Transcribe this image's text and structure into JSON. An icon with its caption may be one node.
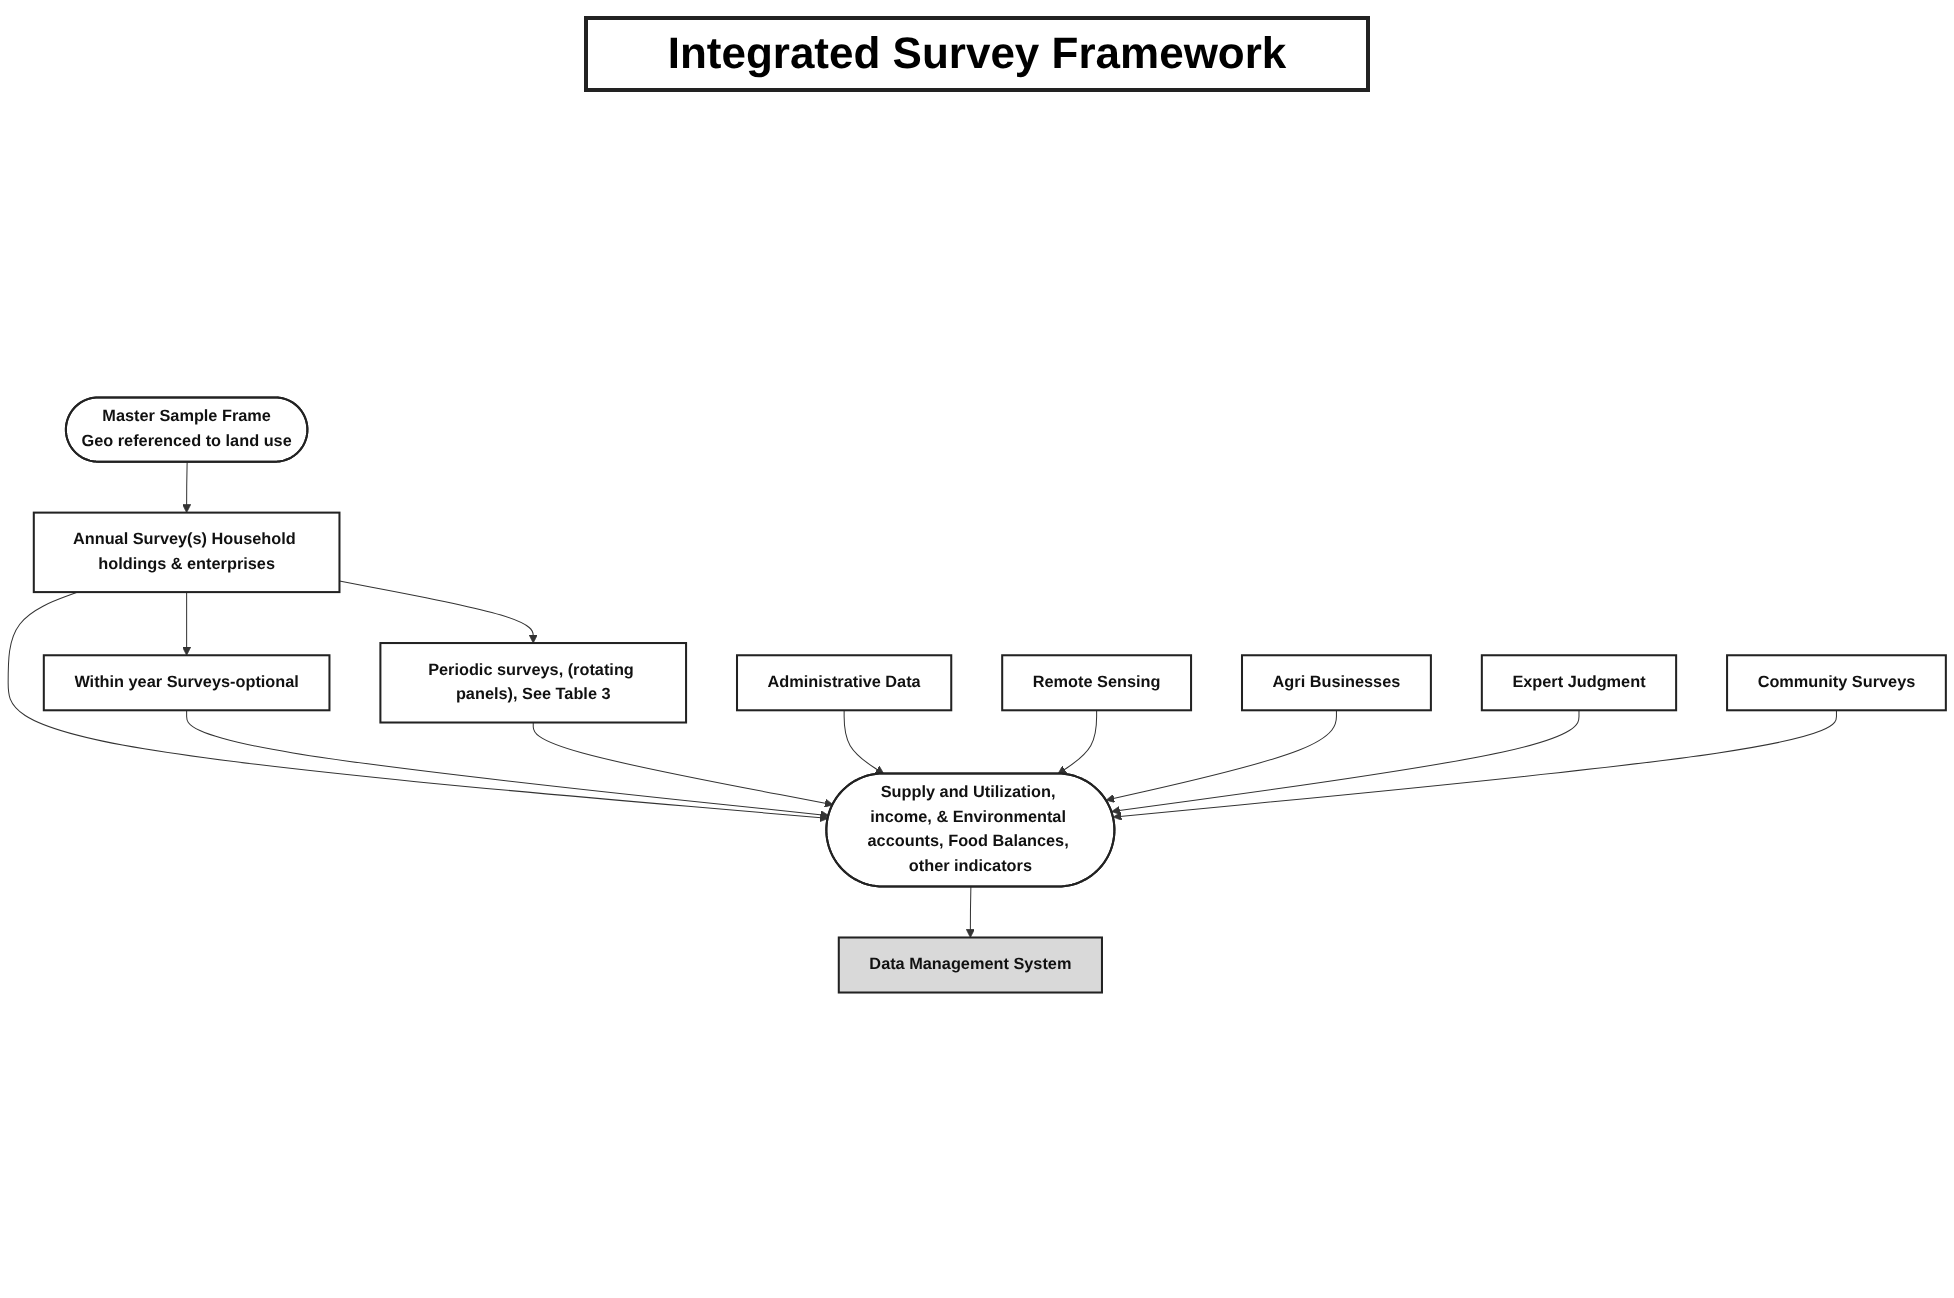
{
  "diagram": {
    "title": "Integrated Survey Framework",
    "nodes": [
      {
        "text": [
          "Master Sample Frame",
          "Geo referenced to land use"
        ]
      },
      {
        "text": [
          "Annual Survey(s) Household holdings & enterprises"
        ]
      },
      {
        "text": [
          "Periodic surveys, (rotating panels), See Table 3"
        ]
      },
      {
        "text": [
          "Within year Surveys-optional"
        ]
      },
      {
        "text": [
          "Supply and Utilization, income, & Environmental accounts, Food Balances, other indicators"
        ]
      },
      {
        "text": [
          "Data Management System"
        ]
      },
      {
        "text": [
          "Administrative Data"
        ]
      },
      {
        "text": [
          "Remote Sensing"
        ]
      },
      {
        "text": [
          "Agri Businesses"
        ]
      },
      {
        "text": [
          "Expert Judgment"
        ]
      },
      {
        "text": [
          "Community Surveys"
        ]
      }
    ],
    "edges": [
      {
        "from": 0,
        "to": 1,
        "arrow": "to"
      },
      {
        "from": 1,
        "to": 2,
        "arrow": "to"
      },
      {
        "from": 1,
        "to": 3,
        "arrow": "to"
      },
      {
        "from": 1,
        "to": 4,
        "arrow": "to"
      },
      {
        "from": 3,
        "to": 4,
        "arrow": "to"
      },
      {
        "from": 2,
        "to": 4,
        "arrow": "to"
      },
      {
        "from": 4,
        "to": 5,
        "arrow": "to"
      },
      {
        "from": 6,
        "to": 4,
        "arrow": "to"
      },
      {
        "from": 7,
        "to": 4,
        "arrow": "to"
      },
      {
        "from": 8,
        "to": 4,
        "arrow": "to"
      },
      {
        "from": 9,
        "to": 4,
        "arrow": "to"
      },
      {
        "from": 10,
        "to": 4,
        "arrow": "to"
      }
    ]
  }
}
